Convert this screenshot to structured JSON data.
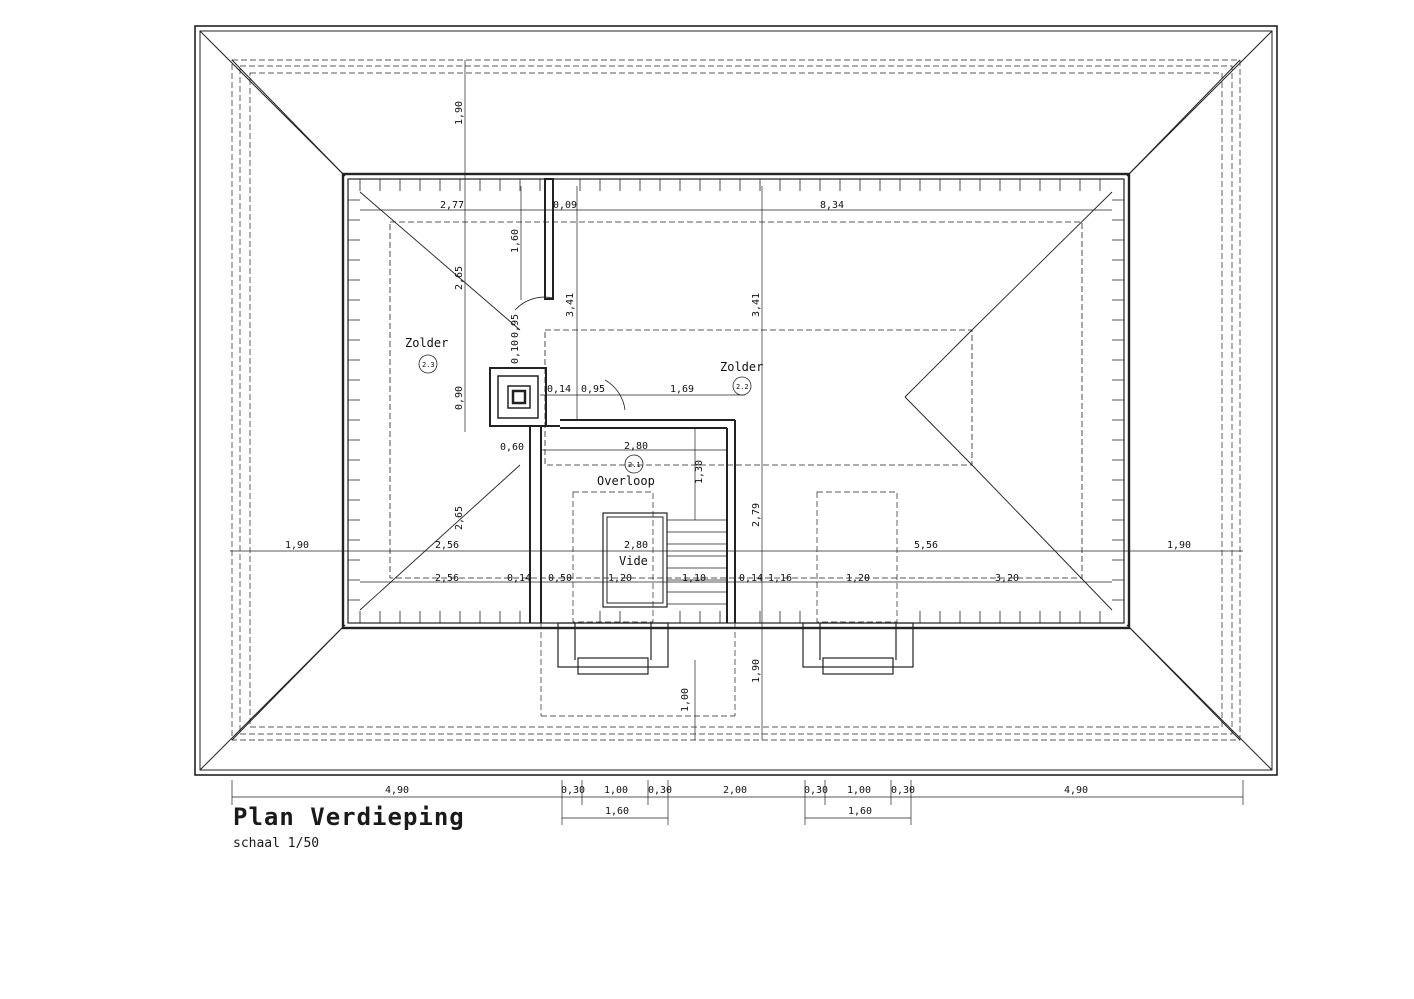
{
  "title": "Plan Verdieping",
  "scale": "schaal 1/50",
  "rooms": [
    {
      "name": "Zolder",
      "tag": "2.3"
    },
    {
      "name": "Zolder",
      "tag": "2.2"
    },
    {
      "name": "Overloop",
      "tag": "2.1"
    },
    {
      "name": "Vide",
      "tag": ""
    }
  ],
  "dimensions": {
    "roof_top_vertical": "1,90",
    "top_left_width": "2,77",
    "top_wall_gap": "0,09",
    "top_right_width": "8,34",
    "left_upper_height": "1,60",
    "left_attic_height_upper": "2,65",
    "left_attic_height_lower": "2,65",
    "stair_core_height": "3,41",
    "right_core_height": "3,41",
    "door_width_a": "0,95",
    "door_width_b": "0,95",
    "small_a": "0,10",
    "small_b": "0,14",
    "corridor_width": "1,69",
    "chimney_height": "0,90",
    "chimney_width": "0,60",
    "landing_width": "2,80",
    "landing_height": "1,30",
    "vide_width": "2,80",
    "right_lower_height": "2,79",
    "left_eave": "1,90",
    "right_eave": "1,90",
    "mid_left": "2,56",
    "mid_right": "5,56",
    "bottom_row": [
      "2,56",
      "0,14",
      "0,50",
      "1,20",
      "1,10",
      "0,14",
      "1,16",
      "1,20",
      "3,20"
    ],
    "dormer_depth": "1,00",
    "bottom_vertical": "1,90",
    "overall_row": [
      "4,90",
      "0,30",
      "1,00",
      "0,30",
      "2,00",
      "0,30",
      "1,00",
      "0,30",
      "4,90"
    ],
    "dormer_total_left": "1,60",
    "dormer_total_right": "1,60"
  }
}
